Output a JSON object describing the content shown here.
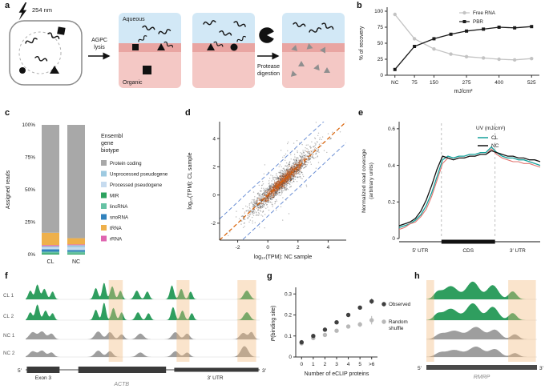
{
  "panel_labels": {
    "a": "a",
    "b": "b",
    "c": "c",
    "d": "d",
    "e": "e",
    "f": "f",
    "g": "g",
    "h": "h"
  },
  "schematic": {
    "uv": "254 nm",
    "lysis": [
      "AGPC",
      "lysis"
    ],
    "aqueous": "Aqueous",
    "organic": "Organic",
    "protease": [
      "Protease",
      "digestion"
    ],
    "colors": {
      "aqueous": "#d2e8f6",
      "interface": "#e9a5a2",
      "organic": "#f4c8c5"
    }
  },
  "chart_data": [
    {
      "panel": "b",
      "type": "line",
      "xlabel": "mJ/cm²",
      "ylabel": "% of recovery",
      "xlim": [
        -30,
        555
      ],
      "ylim": [
        0,
        100
      ],
      "yticks": [
        0,
        25,
        50,
        75,
        100
      ],
      "xticks": [
        {
          "v": 0,
          "label": "NC"
        },
        {
          "v": 75,
          "label": "75"
        },
        {
          "v": 150,
          "label": "150"
        },
        {
          "v": 275,
          "label": "275"
        },
        {
          "v": 400,
          "label": "400"
        },
        {
          "v": 525,
          "label": "525"
        }
      ],
      "series": [
        {
          "name": "Free RNA",
          "color": "#c3c3c3",
          "marker": "circle",
          "x": [
            0,
            75,
            150,
            215,
            275,
            340,
            400,
            460,
            525
          ],
          "y": [
            95,
            57,
            41,
            33,
            29,
            27,
            25,
            24,
            26
          ]
        },
        {
          "name": "PBR",
          "color": "#1a1a1a",
          "marker": "square",
          "x": [
            0,
            75,
            150,
            215,
            275,
            340,
            400,
            460,
            525
          ],
          "y": [
            9,
            45,
            57,
            64,
            69,
            72,
            75,
            74,
            76
          ]
        }
      ]
    },
    {
      "panel": "c",
      "type": "stacked_bar",
      "ylabel": "Assigned reads",
      "yticks": [
        {
          "v": 0,
          "label": "0%"
        },
        {
          "v": 25,
          "label": "25%"
        },
        {
          "v": 50,
          "label": "50%"
        },
        {
          "v": 75,
          "label": "75%"
        },
        {
          "v": 100,
          "label": "100%"
        }
      ],
      "categories": [
        "CL",
        "NC"
      ],
      "legend_title": [
        "Ensembl",
        "gene",
        "biotype"
      ],
      "biotypes": [
        {
          "name": "Protein coding",
          "color": "#a8a8a8"
        },
        {
          "name": "Unprocessed pseudogene",
          "color": "#9ecae1"
        },
        {
          "name": "Processed pseudogene",
          "color": "#c6dbef"
        },
        {
          "name": "MIR",
          "color": "#2ca25f"
        },
        {
          "name": "lincRNA",
          "color": "#66c2a4"
        },
        {
          "name": "snoRNA",
          "color": "#3182bd"
        },
        {
          "name": "tRNA",
          "color": "#eeb04b"
        },
        {
          "name": "rRNA",
          "color": "#df65b0"
        }
      ],
      "stack_order_bottom_up": [
        "MIR",
        "lincRNA",
        "snoRNA",
        "Processed pseudogene",
        "Unprocessed pseudogene",
        "rRNA",
        "tRNA",
        "Protein coding"
      ],
      "values": {
        "CL": {
          "Protein coding": 83.2,
          "Unprocessed pseudogene": 1.0,
          "Processed pseudogene": 1.5,
          "MIR": 1.0,
          "lincRNA": 1.2,
          "snoRNA": 1.8,
          "tRNA": 9.5,
          "rRNA": 0.8
        },
        "NC": {
          "Protein coding": 87.4,
          "Unprocessed pseudogene": 1.6,
          "Processed pseudogene": 2.2,
          "MIR": 0.8,
          "lincRNA": 1.4,
          "snoRNA": 1.2,
          "tRNA": 4.8,
          "rRNA": 0.6
        }
      }
    },
    {
      "panel": "d",
      "type": "scatter",
      "xlabel": "log₁₀(TPM): NC sample",
      "ylabel": "log₁₀(TPM): CL sample",
      "lim": [
        -3.2,
        5.2
      ],
      "ticks": [
        -2,
        0,
        2,
        4
      ],
      "identity_line": {
        "color": "#d95f02"
      },
      "offset_lines": {
        "color": "#6b8fd4",
        "offsets": [
          -1.5,
          1.5
        ]
      },
      "cloud": {
        "seed": 42,
        "n": 1600,
        "mean": 0.9,
        "sd": 1.15,
        "noise": 0.38,
        "color": "#1a1a1a",
        "core_n": 800,
        "core_mean": 1.0,
        "core_sd": 0.75,
        "core_noise": 0.2,
        "core_color": "#c85a1c"
      }
    },
    {
      "panel": "e",
      "type": "metagene",
      "ylabel": [
        "Normalized read coverage",
        "(arbitrary units)"
      ],
      "ylim": [
        0,
        0.63
      ],
      "yticks": [
        0,
        0.2,
        0.4,
        0.6
      ],
      "regions": [
        "5′ UTR",
        "CDS",
        "3′ UTR"
      ],
      "boundaries": [
        0.3,
        0.68
      ],
      "legend_title": "UV (mJ/cm²)",
      "series": [
        {
          "name": "CL",
          "color": "#14a09a",
          "legend": true,
          "y": [
            0.06,
            0.07,
            0.08,
            0.1,
            0.13,
            0.18,
            0.25,
            0.34,
            0.43,
            0.45,
            0.44,
            0.45,
            0.45,
            0.46,
            0.46,
            0.47,
            0.47,
            0.5,
            0.47,
            0.45,
            0.44,
            0.44,
            0.43,
            0.43,
            0.42,
            0.41,
            0.4
          ]
        },
        {
          "name": "CL replicate",
          "color": "#e2736f",
          "legend": false,
          "y": [
            0.05,
            0.06,
            0.08,
            0.09,
            0.12,
            0.16,
            0.23,
            0.32,
            0.41,
            0.44,
            0.43,
            0.44,
            0.44,
            0.45,
            0.45,
            0.46,
            0.46,
            0.49,
            0.46,
            0.44,
            0.43,
            0.42,
            0.42,
            0.41,
            0.41,
            0.4,
            0.39
          ]
        },
        {
          "name": "NC",
          "color": "#111111",
          "legend": true,
          "y": [
            0.07,
            0.08,
            0.09,
            0.11,
            0.15,
            0.21,
            0.29,
            0.38,
            0.45,
            0.44,
            0.43,
            0.44,
            0.44,
            0.45,
            0.45,
            0.46,
            0.46,
            0.48,
            0.47,
            0.46,
            0.45,
            0.45,
            0.44,
            0.44,
            0.43,
            0.43,
            0.42
          ]
        }
      ]
    },
    {
      "panel": "f",
      "type": "tracks",
      "show_names": true,
      "highlight_color": "#f3b878",
      "highlights": [
        [
          0.355,
          0.415
        ],
        [
          0.645,
          0.7
        ],
        [
          0.905,
          0.985
        ]
      ],
      "tracks": [
        {
          "name": "CL 1",
          "color": "#2f9e5f",
          "peaks": [
            [
              0.02,
              0.012,
              0.5
            ],
            [
              0.05,
              0.012,
              0.85
            ],
            [
              0.08,
              0.013,
              0.6
            ],
            [
              0.115,
              0.011,
              0.45
            ],
            [
              0.3,
              0.012,
              0.65
            ],
            [
              0.335,
              0.011,
              0.95
            ],
            [
              0.37,
              0.012,
              0.75
            ],
            [
              0.405,
              0.011,
              0.5
            ],
            [
              0.475,
              0.014,
              0.5
            ],
            [
              0.52,
              0.012,
              0.45
            ],
            [
              0.625,
              0.012,
              0.8
            ],
            [
              0.665,
              0.012,
              0.6
            ],
            [
              0.705,
              0.011,
              0.45
            ],
            [
              0.945,
              0.018,
              0.5
            ]
          ]
        },
        {
          "name": "CL 2",
          "color": "#2f9e5f",
          "peaks": [
            [
              0.02,
              0.012,
              0.45
            ],
            [
              0.05,
              0.012,
              0.9
            ],
            [
              0.085,
              0.013,
              0.55
            ],
            [
              0.115,
              0.011,
              0.4
            ],
            [
              0.3,
              0.012,
              0.6
            ],
            [
              0.335,
              0.011,
              1.0
            ],
            [
              0.375,
              0.012,
              0.7
            ],
            [
              0.41,
              0.011,
              0.45
            ],
            [
              0.48,
              0.014,
              0.45
            ],
            [
              0.525,
              0.012,
              0.4
            ],
            [
              0.63,
              0.012,
              0.75
            ],
            [
              0.67,
              0.012,
              0.55
            ],
            [
              0.71,
              0.011,
              0.4
            ],
            [
              0.945,
              0.018,
              0.45
            ]
          ]
        },
        {
          "name": "NC 1",
          "color": "#9e9e9e",
          "peaks": [
            [
              0.03,
              0.02,
              0.5
            ],
            [
              0.07,
              0.02,
              0.55
            ],
            [
              0.11,
              0.016,
              0.4
            ],
            [
              0.31,
              0.02,
              0.55
            ],
            [
              0.36,
              0.018,
              0.5
            ],
            [
              0.41,
              0.015,
              0.35
            ],
            [
              0.49,
              0.02,
              0.4
            ],
            [
              0.64,
              0.02,
              0.5
            ],
            [
              0.69,
              0.016,
              0.4
            ],
            [
              0.93,
              0.02,
              0.45
            ],
            [
              0.965,
              0.014,
              0.5
            ]
          ]
        },
        {
          "name": "NC 2",
          "color": "#9e9e9e",
          "peaks": [
            [
              0.03,
              0.02,
              0.45
            ],
            [
              0.07,
              0.02,
              0.5
            ],
            [
              0.11,
              0.016,
              0.35
            ],
            [
              0.31,
              0.02,
              0.5
            ],
            [
              0.36,
              0.018,
              0.45
            ],
            [
              0.49,
              0.02,
              0.35
            ],
            [
              0.64,
              0.02,
              0.45
            ],
            [
              0.69,
              0.016,
              0.35
            ],
            [
              0.935,
              0.022,
              0.85
            ]
          ]
        }
      ],
      "gene": {
        "name": "ACTB",
        "five": "5′",
        "three": "3′",
        "exons": [
          [
            0.005,
            0.145,
            8
          ],
          [
            0.225,
            0.6,
            8
          ],
          [
            0.635,
            0.995,
            5
          ]
        ],
        "exon_label": "Exon 3",
        "exon_label_x": 0.075,
        "utr_label": "3′ UTR",
        "utr_label_x": 0.81,
        "name_x": 0.41
      }
    },
    {
      "panel": "g",
      "type": "dots",
      "ylabel_parts": {
        "italic": "P",
        "rest": "(binding site)"
      },
      "xlabel": "Number of eCLIP proteins",
      "ylim": [
        0,
        0.32
      ],
      "yticks": [
        0,
        0.1,
        0.2,
        0.3
      ],
      "categories": [
        "0",
        "1",
        "2",
        "3",
        "4",
        "5",
        ">6"
      ],
      "series": [
        {
          "name": [
            "Observed"
          ],
          "color": "#3f3f3f",
          "y": [
            0.07,
            0.1,
            0.13,
            0.165,
            0.2,
            0.235,
            0.265
          ],
          "err": [
            0,
            0,
            0,
            0,
            0.005,
            0.008,
            0.012
          ]
        },
        {
          "name": [
            "Random",
            "shuffle"
          ],
          "color": "#b8b8b8",
          "y": [
            0.065,
            0.09,
            0.105,
            0.125,
            0.145,
            0.155,
            0.175
          ],
          "err": [
            0,
            0,
            0.004,
            0.006,
            0.008,
            0.012,
            0.02
          ]
        }
      ]
    },
    {
      "panel": "h",
      "type": "tracks",
      "show_names": false,
      "highlight_color": "#f3b878",
      "highlights": [
        [
          0.0,
          0.07
        ],
        [
          0.74,
          0.99
        ]
      ],
      "tracks": [
        {
          "name": "CL 1",
          "color": "#2f9e5f",
          "peaks": [
            [
              0.1,
              0.05,
              0.35
            ],
            [
              0.22,
              0.09,
              0.75
            ],
            [
              0.42,
              0.08,
              1.0
            ],
            [
              0.6,
              0.07,
              0.8
            ],
            [
              0.78,
              0.05,
              0.45
            ]
          ]
        },
        {
          "name": "CL 2",
          "color": "#2f9e5f",
          "peaks": [
            [
              0.1,
              0.05,
              0.3
            ],
            [
              0.22,
              0.09,
              0.65
            ],
            [
              0.42,
              0.08,
              0.95
            ],
            [
              0.6,
              0.07,
              0.75
            ],
            [
              0.78,
              0.05,
              0.4
            ]
          ]
        },
        {
          "name": "NC 1",
          "color": "#9e9e9e",
          "peaks": [
            [
              0.12,
              0.06,
              0.3
            ],
            [
              0.25,
              0.1,
              0.6
            ],
            [
              0.45,
              0.09,
              0.85
            ],
            [
              0.62,
              0.07,
              0.65
            ],
            [
              0.8,
              0.05,
              0.35
            ]
          ]
        },
        {
          "name": "NC 2",
          "color": "#9e9e9e",
          "peaks": [
            [
              0.12,
              0.06,
              0.28
            ],
            [
              0.25,
              0.1,
              0.55
            ],
            [
              0.45,
              0.09,
              0.8
            ],
            [
              0.62,
              0.07,
              0.6
            ],
            [
              0.8,
              0.05,
              0.3
            ]
          ]
        }
      ],
      "gene": {
        "name": "RMRP",
        "five": "5′",
        "three": "3′",
        "bar": true
      }
    }
  ]
}
